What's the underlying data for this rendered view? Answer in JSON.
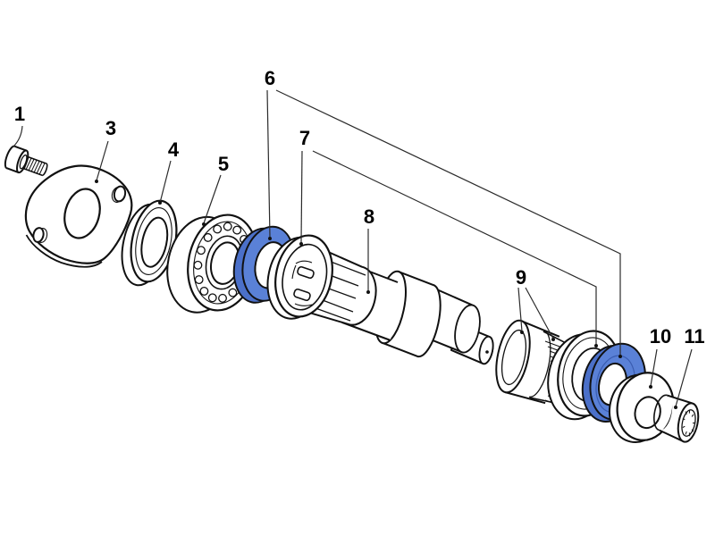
{
  "colors": {
    "background": "#ffffff",
    "ink": "#111111",
    "leader": "#2b2b2b",
    "highlight": "#5a81d7",
    "highlight_dark": "#4b70c9"
  },
  "callouts": [
    {
      "id": "1",
      "part": "hex-socket-bolt"
    },
    {
      "id": "3",
      "part": "mounting-flange-plate"
    },
    {
      "id": "4",
      "part": "bearing-cup-ring"
    },
    {
      "id": "5",
      "part": "ball-bearing"
    },
    {
      "id": "6",
      "part": "seal-rings-highlighted"
    },
    {
      "id": "7",
      "part": "spacer-rings"
    },
    {
      "id": "8",
      "part": "pto-drive-shaft"
    },
    {
      "id": "9",
      "part": "splined-coupling-sleeve"
    },
    {
      "id": "10",
      "part": "thrust-washer"
    },
    {
      "id": "11",
      "part": "splined-bushing"
    }
  ]
}
